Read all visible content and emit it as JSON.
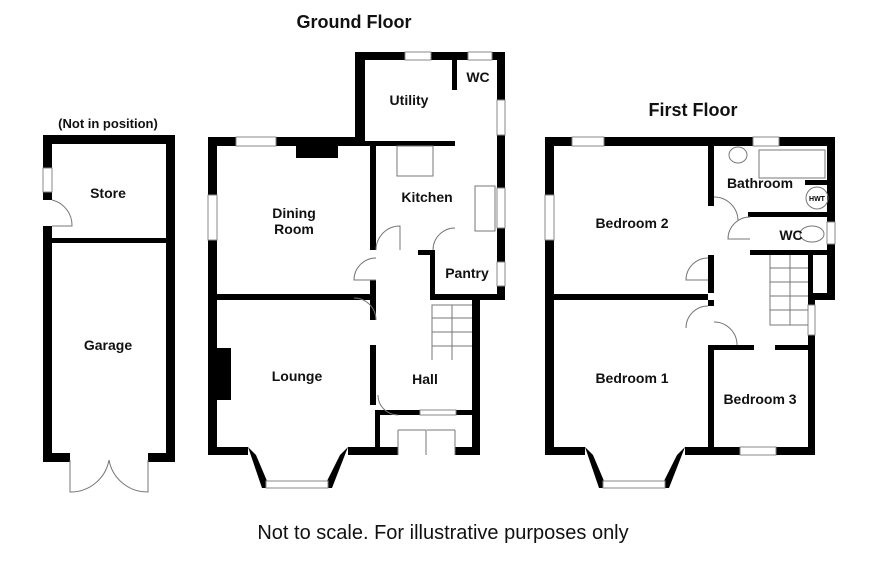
{
  "titles": {
    "ground_floor": "Ground Floor",
    "first_floor": "First Floor",
    "outbuilding_note": "(Not in position)"
  },
  "rooms": {
    "store": "Store",
    "garage": "Garage",
    "dining_line1": "Dining",
    "dining_line2": "Room",
    "lounge": "Lounge",
    "utility": "Utility",
    "wc_ground": "WC",
    "kitchen": "Kitchen",
    "pantry": "Pantry",
    "hall": "Hall",
    "bedroom1": "Bedroom 1",
    "bedroom2": "Bedroom 2",
    "bedroom3": "Bedroom 3",
    "bathroom": "Bathroom",
    "wc_first": "WC",
    "hwt": "HWT"
  },
  "footer": "Not to scale. For illustrative purposes only"
}
